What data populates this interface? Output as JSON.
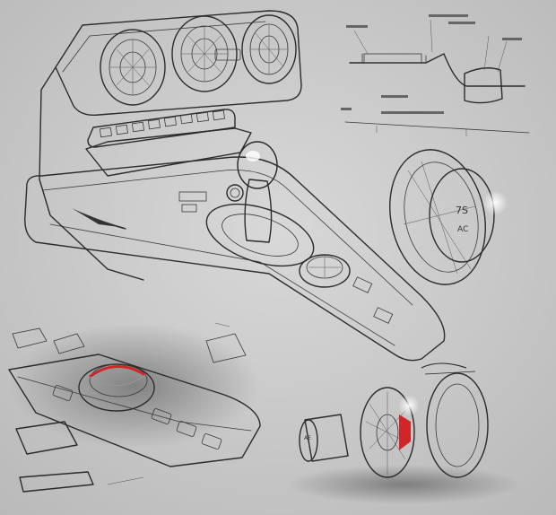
{
  "image": {
    "kind": "concept-sketch",
    "background": "#c9c9c9",
    "accent_red": "#d0262a",
    "ink": "#2b2b2b"
  },
  "shifter_knob": {
    "gear_label": "7S",
    "gear_code": "AE"
  },
  "vent_insert": {
    "label": "AC"
  }
}
